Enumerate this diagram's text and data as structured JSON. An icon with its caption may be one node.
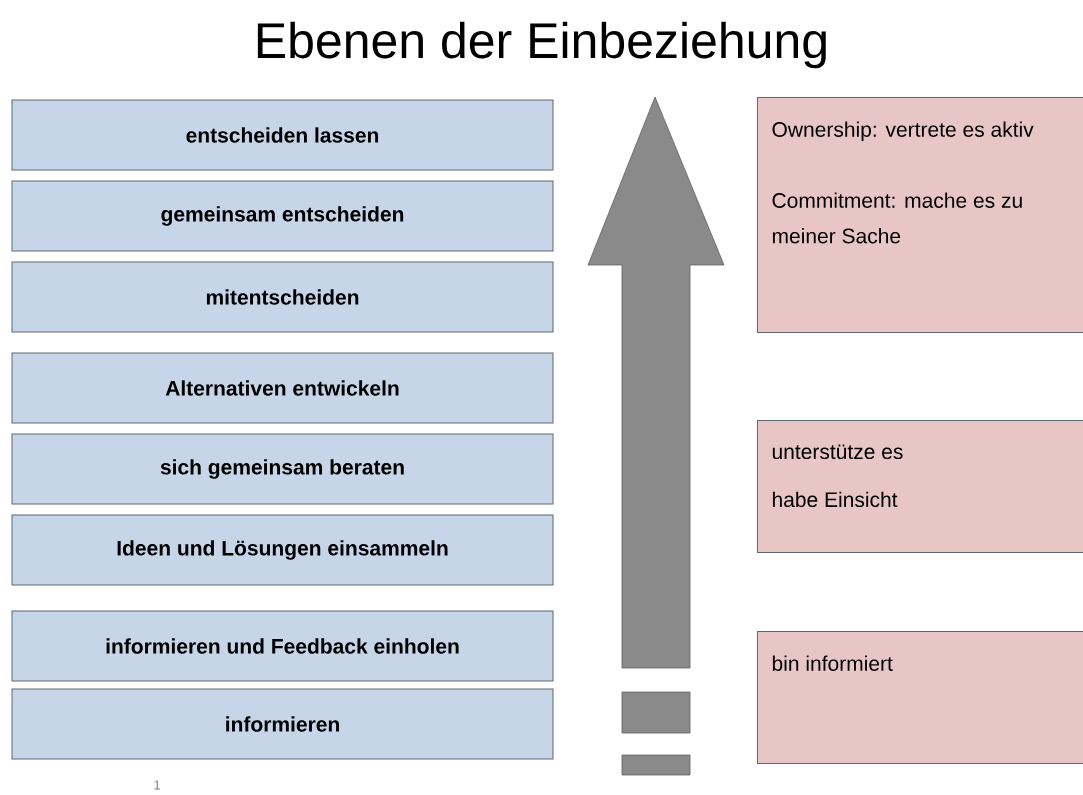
{
  "diagram": {
    "title": "Ebenen der Einbeziehung",
    "nodes": [
      {
        "text": [
          "entscheiden lassen"
        ]
      },
      {
        "text": [
          "gemeinsam entscheiden"
        ]
      },
      {
        "text": [
          "mitentscheiden"
        ]
      },
      {
        "text": [
          "Alternativen entwickeln"
        ]
      },
      {
        "text": [
          "sich gemeinsam beraten"
        ]
      },
      {
        "text": [
          "Ideen und Lösungen einsammeln"
        ]
      },
      {
        "text": [
          "informieren und Feedback einholen"
        ]
      },
      {
        "text": [
          "informieren"
        ]
      },
      {
        "text": [
          "Ownership: vertrete es aktiv",
          "Commitment: mache es zu meiner Sache"
        ]
      },
      {
        "text": [
          "unterstütze es",
          "habe Einsicht"
        ]
      },
      {
        "text": [
          "bin informiert"
        ]
      }
    ],
    "labels": [
      "1"
    ]
  }
}
